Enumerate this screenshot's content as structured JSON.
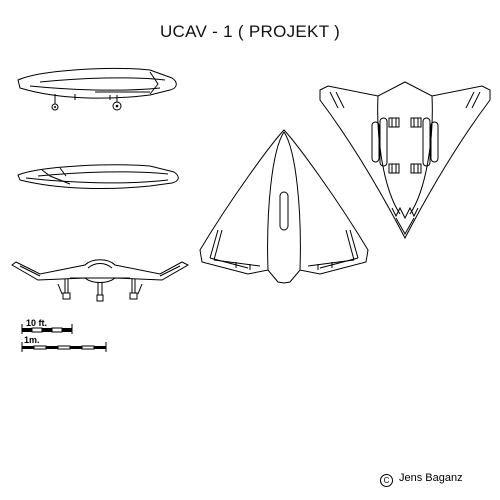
{
  "title": "UCAV - 1   ( PROJEKT )",
  "scale_bar": {
    "feet_label": "10 ft.",
    "meters_label": "1m."
  },
  "credit": {
    "symbol": "C",
    "author": "Jens Baganz"
  }
}
